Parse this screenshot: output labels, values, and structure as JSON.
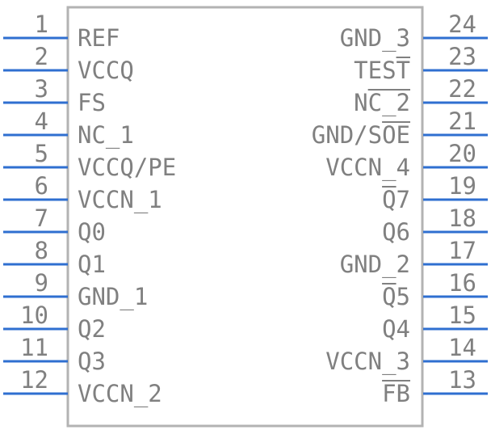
{
  "component": {
    "left_pins": [
      {
        "number": "1",
        "label": "REF"
      },
      {
        "number": "2",
        "label": "VCCQ"
      },
      {
        "number": "3",
        "label": "FS"
      },
      {
        "number": "4",
        "label": "NC_1"
      },
      {
        "number": "5",
        "label": "VCCQ/PE"
      },
      {
        "number": "6",
        "label": "VCCN_1"
      },
      {
        "number": "7",
        "label": "Q0"
      },
      {
        "number": "8",
        "label": "Q1"
      },
      {
        "number": "9",
        "label": "GND_1"
      },
      {
        "number": "10",
        "label": "Q2"
      },
      {
        "number": "11",
        "label": "Q3"
      },
      {
        "number": "12",
        "label": "VCCN_2"
      }
    ],
    "right_pins": [
      {
        "number": "24",
        "label": "GND_3"
      },
      {
        "number": "23",
        "label": "TEST"
      },
      {
        "number": "22",
        "label": "NC_2"
      },
      {
        "number": "21",
        "label": "GND/SOE"
      },
      {
        "number": "20",
        "label": "VCCN_4"
      },
      {
        "number": "19",
        "label": "Q7"
      },
      {
        "number": "18",
        "label": "Q6"
      },
      {
        "number": "17",
        "label": "GND_2"
      },
      {
        "number": "16",
        "label": "Q5"
      },
      {
        "number": "15",
        "label": "Q4"
      },
      {
        "number": "14",
        "label": "VCCN_3"
      },
      {
        "number": "13",
        "label": "FB"
      }
    ],
    "colors": {
      "pin_line": "#2f6fd0",
      "text": "#808080",
      "body_outline": "#b3b3b3"
    }
  }
}
